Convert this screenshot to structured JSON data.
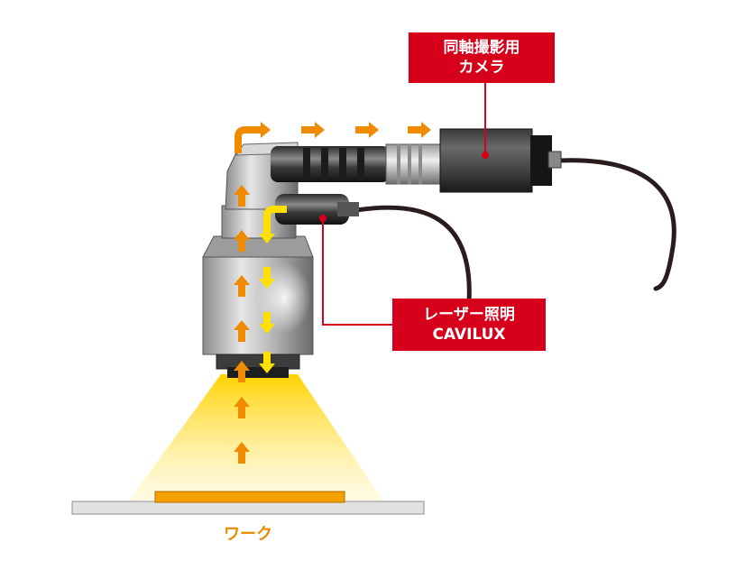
{
  "labels": {
    "camera": {
      "line1": "同軸撮影用",
      "line2": "カメラ"
    },
    "laser": {
      "line1": "レーザー照明",
      "line2": "CAVILUX"
    },
    "work": "ワーク"
  },
  "colors": {
    "callout_bg": "#d7001a",
    "callout_line": "#d7001a",
    "imaging_arrow": "#f08a00",
    "illumination_arrow": "#ffe000",
    "work_label": "#e98a00",
    "light_cone": "#ffd200"
  }
}
